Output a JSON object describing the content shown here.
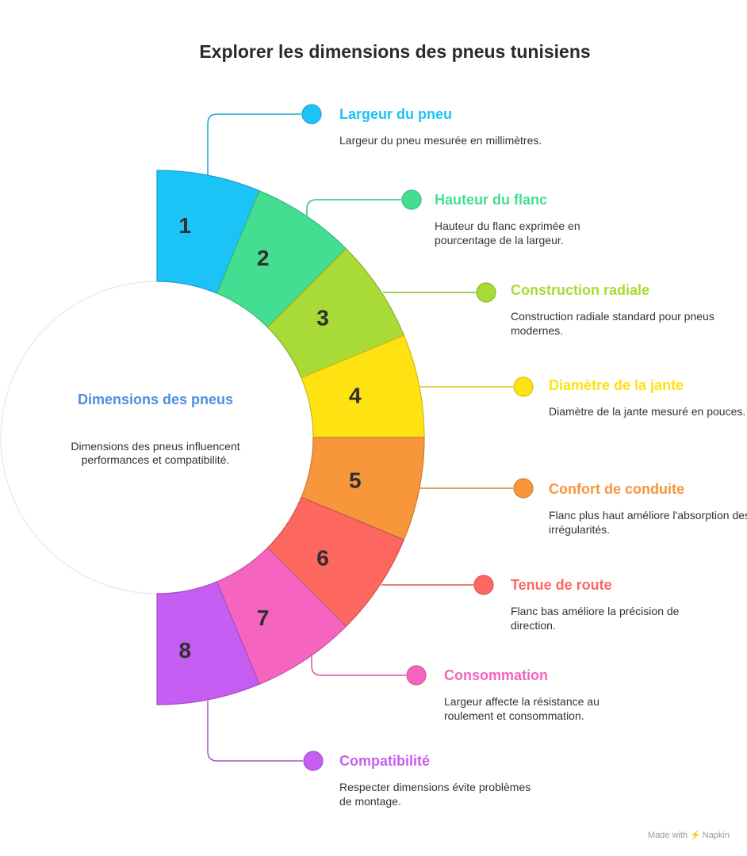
{
  "title": "Explorer les dimensions des pneus tunisiens",
  "center": {
    "title": "Dimensions des pneus",
    "description": "Dimensions des pneus influencent performances et compatibilité.",
    "title_color": "#4d8fdf"
  },
  "items": [
    {
      "number": "1",
      "title": "Largeur du pneu",
      "description": "Largeur du pneu mesurée en millimètres.",
      "color": "#1cc3f6"
    },
    {
      "number": "2",
      "title": "Hauteur du flanc",
      "description": "Hauteur du flanc exprimée en pourcentage de la largeur.",
      "color": "#43de92"
    },
    {
      "number": "3",
      "title": "Construction radiale",
      "description": "Construction radiale standard pour pneus modernes.",
      "color": "#a8db35"
    },
    {
      "number": "4",
      "title": "Diamètre de la jante",
      "description": "Diamètre de la jante mesuré en pouces.",
      "color": "#ffe212"
    },
    {
      "number": "5",
      "title": "Confort de conduite",
      "description": "Flanc plus haut améliore l'absorption des irrégularités.",
      "color": "#f7963b"
    },
    {
      "number": "6",
      "title": "Tenue de route",
      "description": "Flanc bas améliore la précision de direction.",
      "color": "#fc675f"
    },
    {
      "number": "7",
      "title": "Consommation",
      "description": "Largeur affecte la résistance au roulement et consommation.",
      "color": "#f564be"
    },
    {
      "number": "8",
      "title": "Compatibilité",
      "description": "Respecter dimensions évite problèmes de montage.",
      "color": "#c75ef3"
    }
  ],
  "footer": {
    "made_with": "Made with",
    "brand": "Napkin",
    "icon": "napkin-logo-icon"
  }
}
